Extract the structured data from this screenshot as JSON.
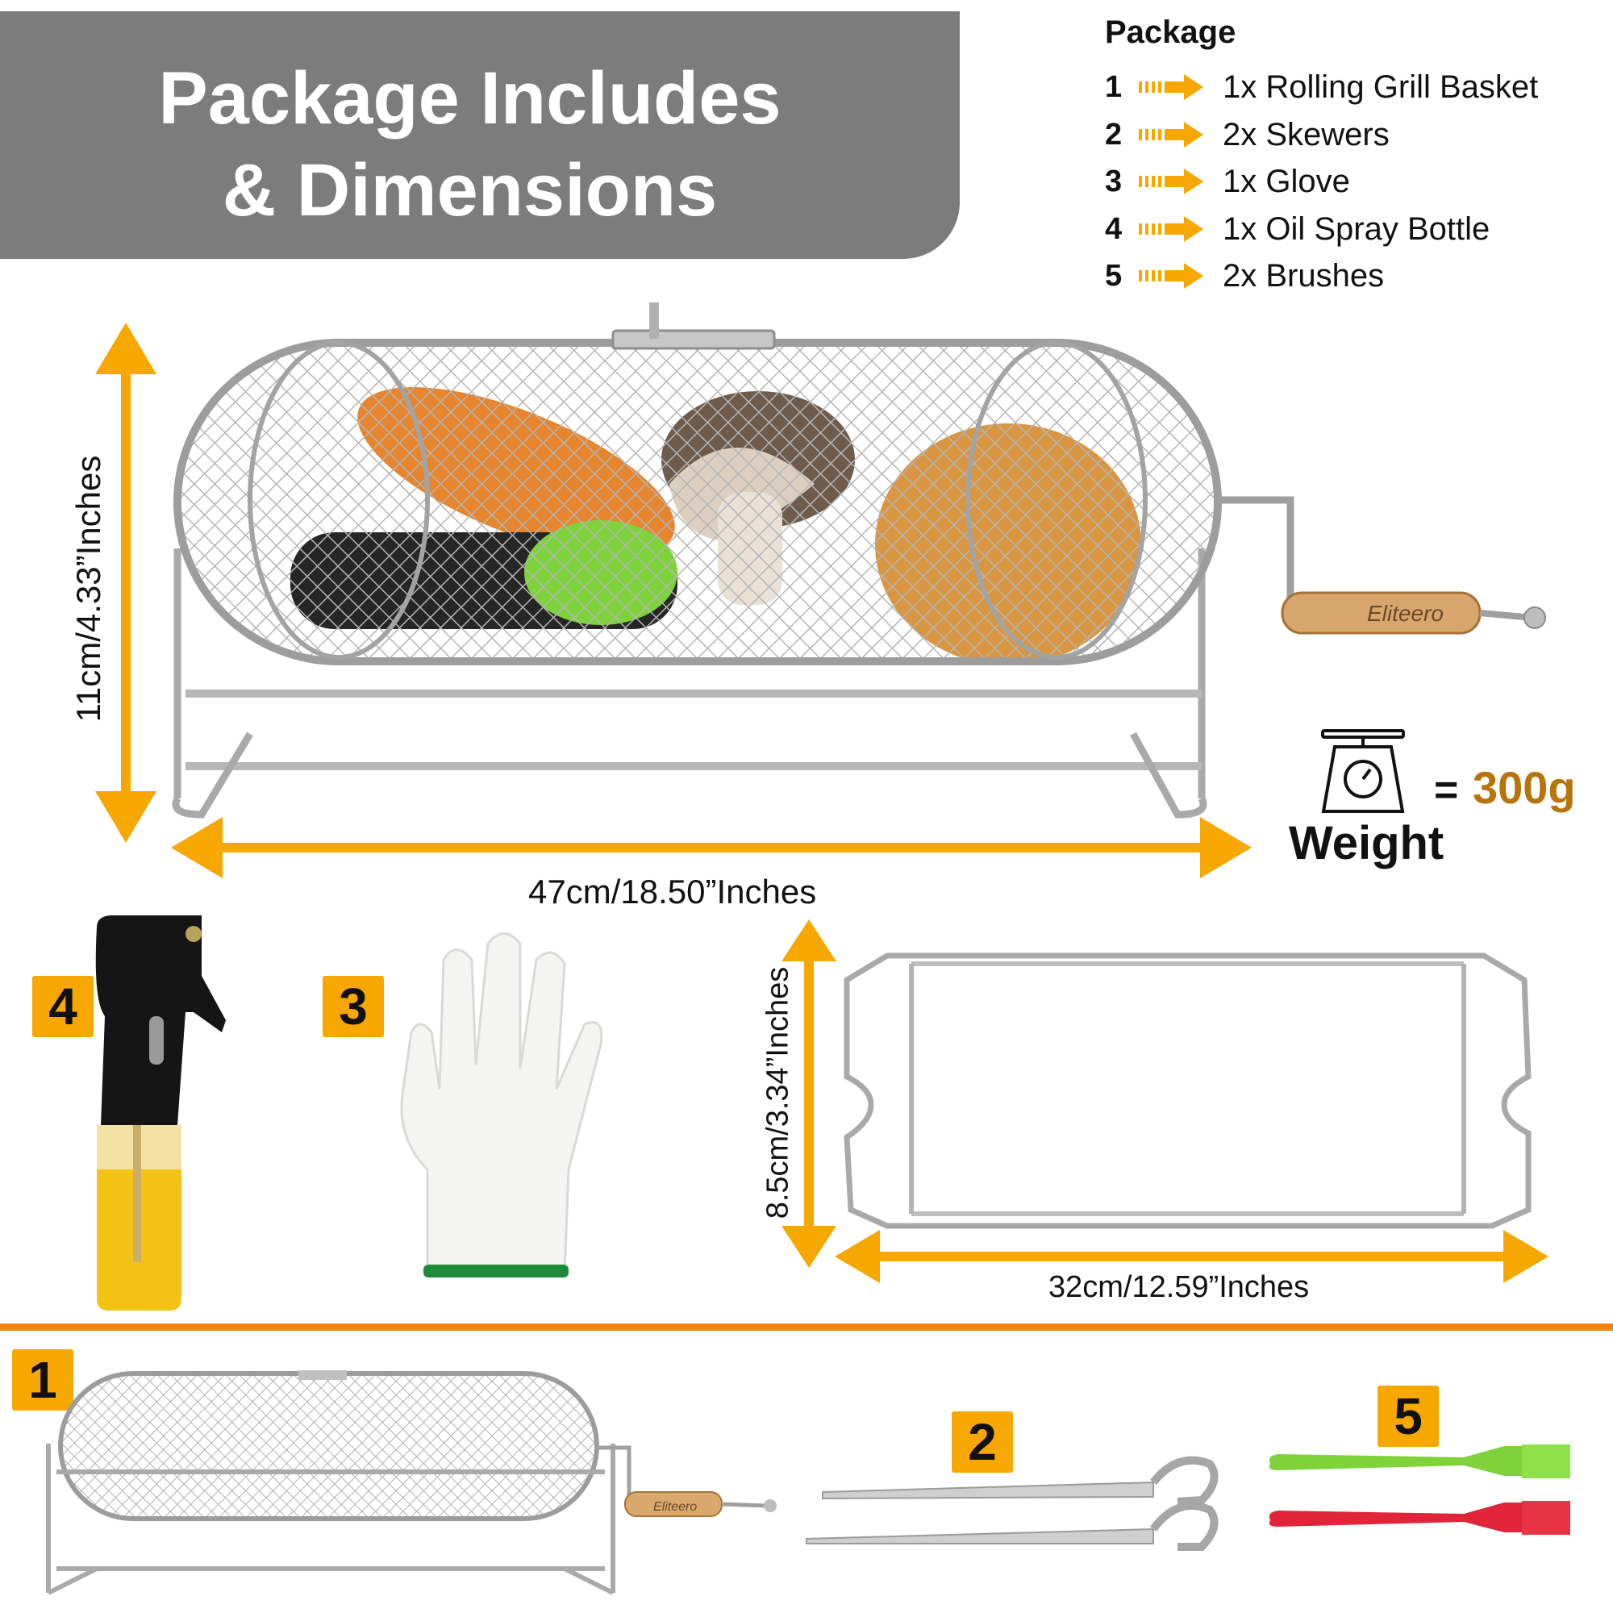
{
  "header": {
    "title_line1": "Package Includes",
    "title_line2": "& Dimensions"
  },
  "package": {
    "heading": "Package",
    "items": [
      {
        "num": "1",
        "label": "1x Rolling Grill Basket"
      },
      {
        "num": "2",
        "label": "2x Skewers"
      },
      {
        "num": "3",
        "label": "1x Glove"
      },
      {
        "num": "4",
        "label": "1x Oil Spray Bottle"
      },
      {
        "num": "5",
        "label": "2x Brushes"
      }
    ]
  },
  "dimensions": {
    "height": "11cm/4.33”Inches",
    "length": "47cm/18.50”Inches",
    "stand_height": "8.5cm/3.34”Inches",
    "stand_length": "32cm/12.59”Inches"
  },
  "weight": {
    "equals": "=",
    "value": "300g",
    "label": "Weight"
  },
  "badges": {
    "bottle": "4",
    "glove": "3",
    "basket": "1",
    "skewers": "2",
    "brushes": "5"
  },
  "brand": {
    "logo_text": "Eliteero"
  },
  "colors": {
    "accent_orange": "#f7a800",
    "divider_orange": "#f5820a",
    "title_panel": "#7c7c7c",
    "weight_value": "#b8740a"
  },
  "icons": {
    "arrow": "striped-arrow-icon",
    "scale": "kitchen-scale-icon"
  }
}
